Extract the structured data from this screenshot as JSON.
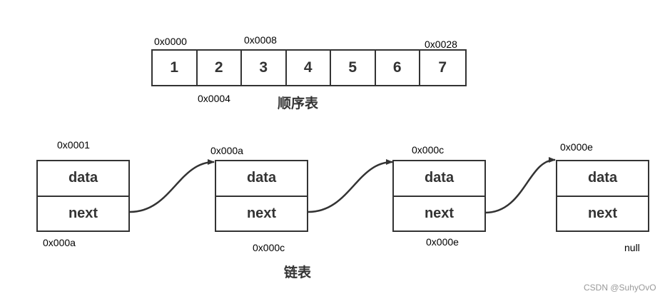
{
  "sequential_list": {
    "title": "顺序表",
    "cells": [
      "1",
      "2",
      "3",
      "4",
      "5",
      "6",
      "7"
    ],
    "addresses": {
      "cell1_top": "0x0000",
      "cell2_bottom": "0x0004",
      "cell3_top": "0x0008",
      "cell7_top": "0x0028"
    }
  },
  "linked_list": {
    "title": "链表",
    "nodes": [
      {
        "address": "0x0001",
        "data_label": "data",
        "next_label": "next",
        "next_value": "0x000a"
      },
      {
        "address": "0x000a",
        "data_label": "data",
        "next_label": "next",
        "next_value": "0x000c"
      },
      {
        "address": "0x000c",
        "data_label": "data",
        "next_label": "next",
        "next_value": "0x000e"
      },
      {
        "address": "0x000e",
        "data_label": "data",
        "next_label": "next",
        "next_value": "null"
      }
    ]
  },
  "watermark": "CSDN @SuhyOvO"
}
